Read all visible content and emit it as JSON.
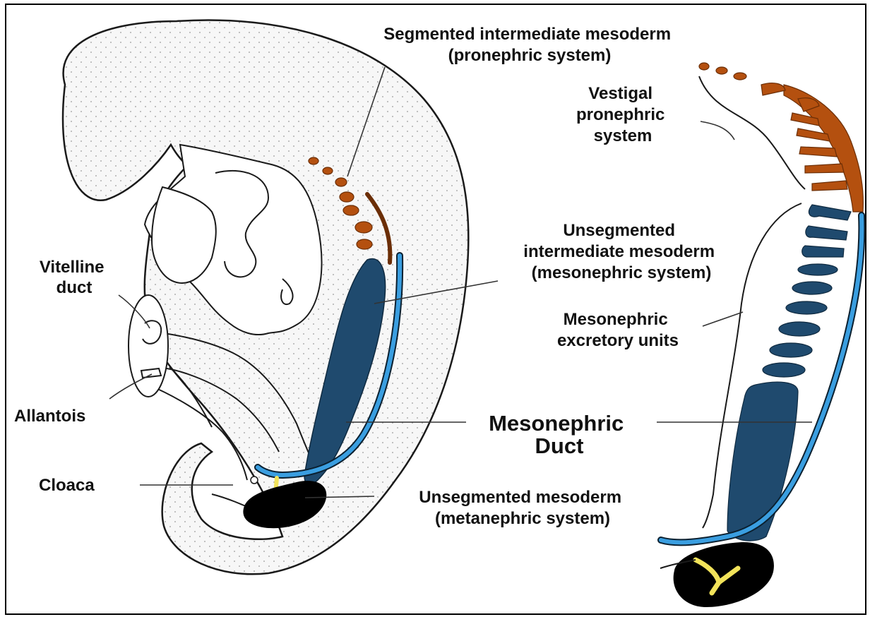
{
  "labels": {
    "segmented_line1": "Segmented intermediate mesoderm",
    "segmented_line2": "(pronephric system)",
    "vestigal_line1": "Vestigal",
    "vestigal_line2": "pronephric",
    "vestigal_line3": "system",
    "unsegmented_line1": "Unsegmented",
    "unsegmented_line2": "intermediate mesoderm",
    "unsegmented_line3": "(mesonephric system)",
    "vitelline_line1": "Vitelline",
    "vitelline_line2": "duct",
    "excretory_line1": "Mesonephric",
    "excretory_line2": "excretory units",
    "allantois": "Allantois",
    "duct_line1": "Mesonephric",
    "duct_line2": "Duct",
    "cloaca": "Cloaca",
    "metanephric_line1": "Unsegmented mesoderm",
    "metanephric_line2": "(metanephric system)"
  },
  "colors": {
    "pronephric": "#b4500f",
    "mesonephric": "#1f4a6e",
    "duct": "#3a9ee0",
    "metanephric": "#000000",
    "cloaca_tube": "#f2e35a"
  }
}
